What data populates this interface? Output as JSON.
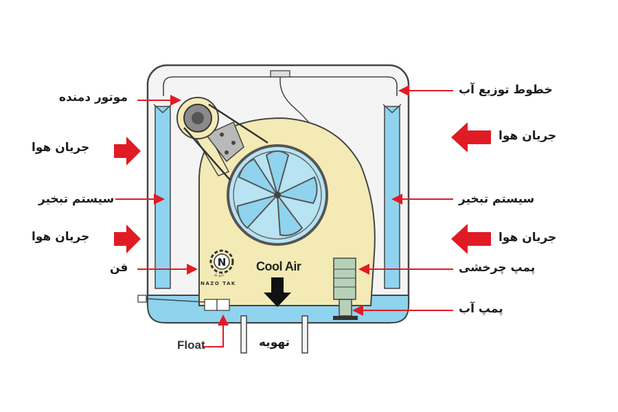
{
  "labels": {
    "motor": "موتور دمنده",
    "air_flow_left_top": "جریان هوا",
    "evap_left": "سیستم تبخیر",
    "air_flow_left_bottom": "جریان هوا",
    "fan": "فن",
    "water_lines": "خطوط توزیع آب",
    "air_flow_right_top": "جریان هوا",
    "evap_right": "سیستم تبخیر",
    "air_flow_right_bottom": "جریان هوا",
    "recirc_pump": "پمپ چرخشی",
    "water_pump": "پمپ آب",
    "cool_air": "Cool Air",
    "float": "Float",
    "drain": "تهویه"
  },
  "logo": {
    "letter": "N",
    "sub": "نازو تک",
    "name": "NAZO TAK"
  },
  "colors": {
    "housing": "#f1f1f1",
    "blower": "#f3eab5",
    "water": "#8fd3ee",
    "pad": "#8fd3ee",
    "arrow": "#e01b24"
  }
}
